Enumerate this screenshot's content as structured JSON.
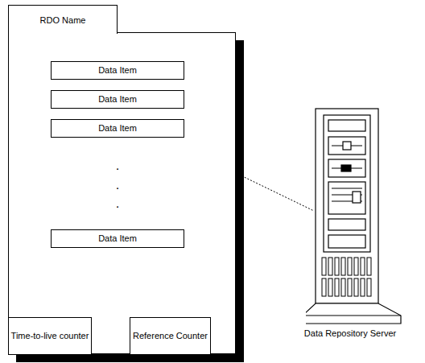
{
  "diagram": {
    "nodes": [
      {
        "text": [
          "RDO Name"
        ]
      },
      {
        "text": [
          "Data Item"
        ],
        "in": 0
      },
      {
        "text": [
          "Data Item"
        ],
        "in": 0
      },
      {
        "text": [
          "Data Item"
        ],
        "in": 0
      },
      {
        "text": [
          "Data Item"
        ],
        "in": 0
      },
      {
        "text": [
          "Time-to-live counter"
        ],
        "in": 0
      },
      {
        "text": [
          "Reference Counter"
        ],
        "in": 0
      },
      {
        "text": [
          "Data Repository Server"
        ]
      }
    ],
    "edges": [
      {
        "from": 0,
        "to": 7,
        "arrow": "none"
      }
    ],
    "labels": [
      ".",
      ".",
      "."
    ]
  }
}
